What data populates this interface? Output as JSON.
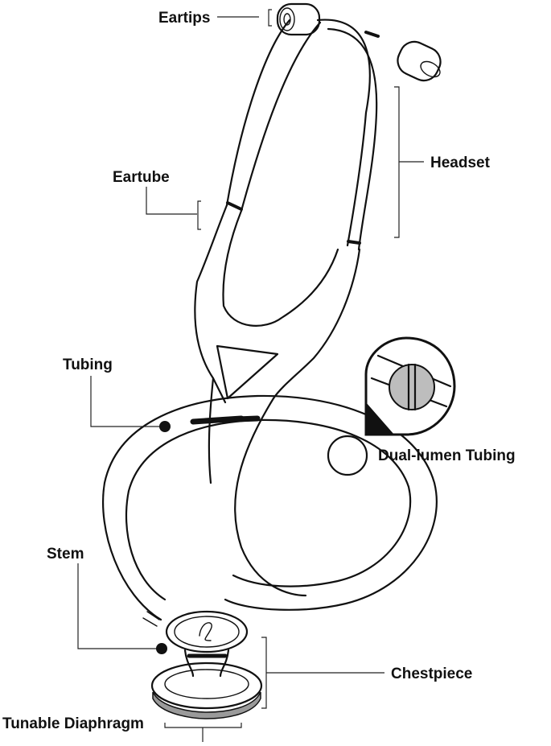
{
  "diagram": {
    "labels": {
      "eartips": "Eartips",
      "eartube": "Eartube",
      "headset": "Headset",
      "tubing": "Tubing",
      "dual_lumen": "Dual-lumen Tubing",
      "stem": "Stem",
      "chestpiece": "Chestpiece",
      "diaphragm": "Tunable Diaphragm"
    },
    "colors": {
      "outline": "#111111",
      "fill": "#ffffff",
      "lumen_fill": "#bdbdbd",
      "diaphragm_rim": "#9a9a9a"
    }
  }
}
